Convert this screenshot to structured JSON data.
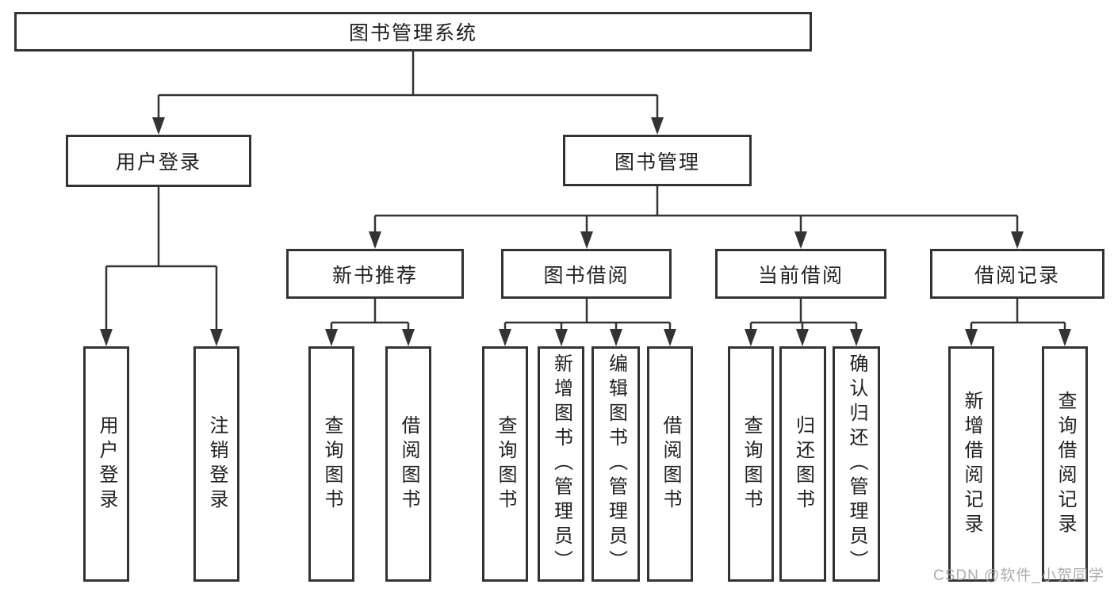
{
  "diagram": {
    "type": "tree",
    "title": "图书管理系统",
    "root": {
      "label": "图书管理系统",
      "children": [
        {
          "label": "用户登录",
          "children": [
            {
              "label": "用户登录"
            },
            {
              "label": "注销登录"
            }
          ]
        },
        {
          "label": "图书管理",
          "children": [
            {
              "label": "新书推荐",
              "children": [
                {
                  "label": "查询图书"
                },
                {
                  "label": "借阅图书"
                }
              ]
            },
            {
              "label": "图书借阅",
              "children": [
                {
                  "label": "查询图书"
                },
                {
                  "label": "新增图书（管理员）"
                },
                {
                  "label": "编辑图书（管理员）"
                },
                {
                  "label": "借阅图书"
                }
              ]
            },
            {
              "label": "当前借阅",
              "children": [
                {
                  "label": "查询图书"
                },
                {
                  "label": "归还图书"
                },
                {
                  "label": "确认归还（管理员）"
                }
              ]
            },
            {
              "label": "借阅记录",
              "children": [
                {
                  "label": "新增借阅记录"
                },
                {
                  "label": "查询借阅记录"
                }
              ]
            }
          ]
        }
      ]
    }
  },
  "watermark": {
    "text": "CSDN @软件_小贺同学"
  },
  "colors": {
    "border": "#333333",
    "line": "#333333",
    "text": "#212121",
    "watermark": "#9e9e9e",
    "background": "#ffffff"
  }
}
